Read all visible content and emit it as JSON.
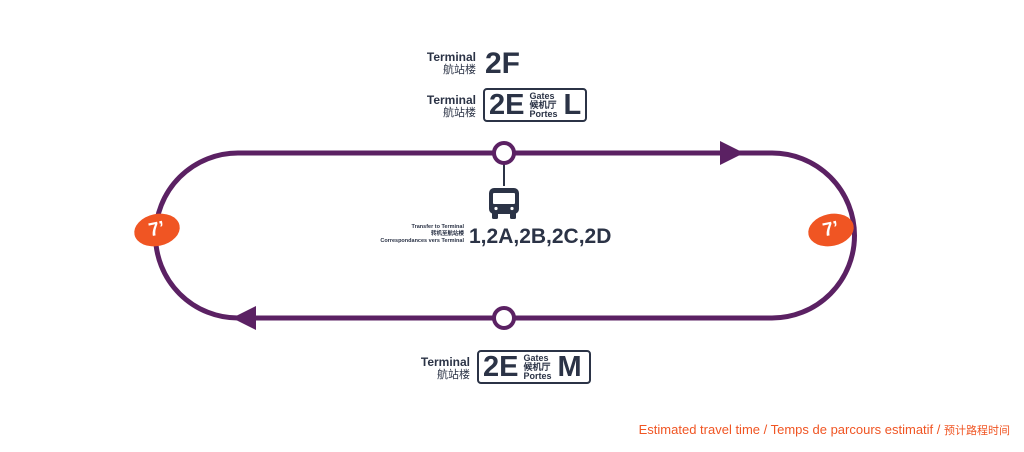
{
  "colors": {
    "route": "#5b2163",
    "ink": "#2b3346",
    "accent": "#f05523"
  },
  "top_stop": {
    "row1": {
      "label_en": "Terminal",
      "label_zh": "航站楼",
      "code": "2F"
    },
    "row2": {
      "label_en": "Terminal",
      "label_zh": "航站楼",
      "code": "2E",
      "gates_en": "Gates",
      "gates_zh": "候机厅",
      "gates_fr": "Portes",
      "letter": "L"
    }
  },
  "center": {
    "icon": "bus-icon",
    "transfer_en": "Transfer to Terminal",
    "transfer_zh": "转机至航站楼",
    "transfer_fr": "Correspondances vers Terminal",
    "terminals": "1,2A,2B,2C,2D"
  },
  "bottom_stop": {
    "label_en": "Terminal",
    "label_zh": "航站楼",
    "code": "2E",
    "gates_en": "Gates",
    "gates_zh": "候机厅",
    "gates_fr": "Portes",
    "letter": "M"
  },
  "travel_time": {
    "left": "7’",
    "right": "7’"
  },
  "footer": {
    "note": "Estimated travel time / Temps de parcours estimatif / ",
    "note_zh": "预计路程时间"
  }
}
